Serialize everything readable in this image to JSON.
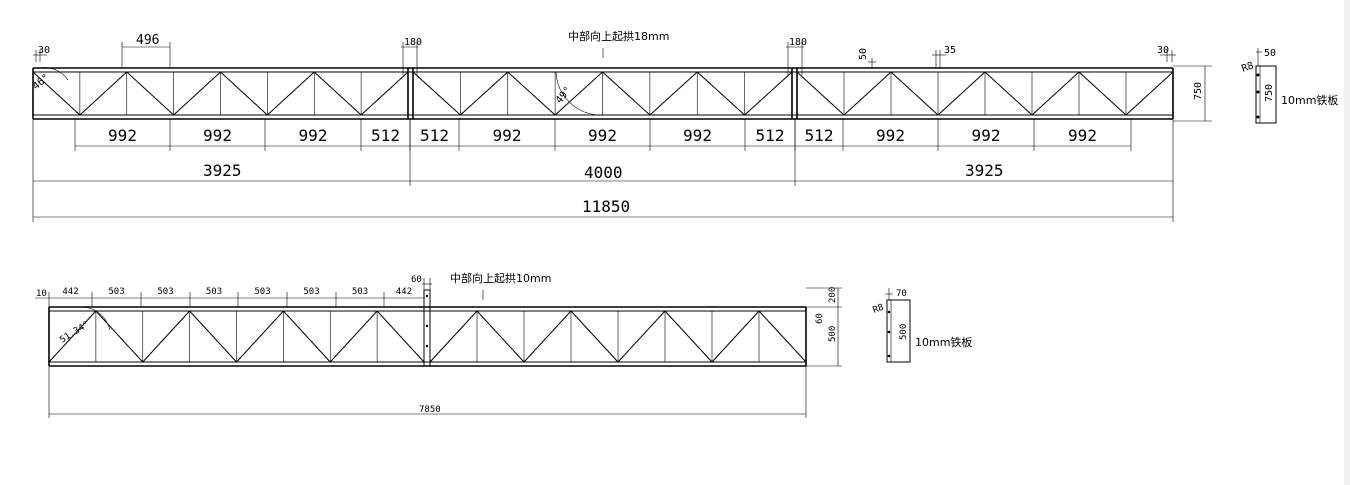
{
  "truss1": {
    "camber_note": "中部向上起拱18mm",
    "top_dims": {
      "end_gap_left": "30",
      "panel": "496",
      "splice_left": "180",
      "splice_right": "180",
      "end_gap_right": "30",
      "small_a": "35",
      "small_b": "50"
    },
    "angles": {
      "left": "46°",
      "mid": "49°"
    },
    "panel_dims": [
      "992",
      "992",
      "992",
      "512",
      "512",
      "992",
      "992",
      "992",
      "512",
      "512",
      "992",
      "992",
      "992"
    ],
    "segment_dims": [
      "3925",
      "4000",
      "3925"
    ],
    "total": "11850",
    "height": "750"
  },
  "plate1": {
    "top": "50",
    "radius": "R8",
    "height": "750",
    "label": "10mm铁板"
  },
  "truss2": {
    "camber_note": "中部向上起拱10mm",
    "top_dims": {
      "end_gap": "10",
      "panels": [
        "442",
        "503",
        "503",
        "503",
        "503",
        "503",
        "503",
        "442"
      ],
      "splice": "60"
    },
    "angle": "51.34°",
    "side_dims": {
      "top": "200",
      "mid": "60",
      "height": "500"
    },
    "total": "7850"
  },
  "plate2": {
    "top": "70",
    "radius": "R8",
    "height": "500",
    "label": "10mm铁板"
  }
}
